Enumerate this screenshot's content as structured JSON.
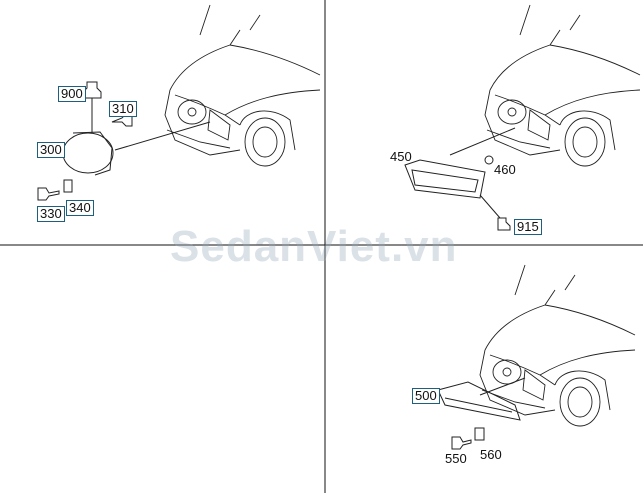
{
  "watermark": "SedanViet.vn",
  "quadrants": {
    "fog_lamp": {
      "labels": {
        "bracket": "900",
        "bulb": "310",
        "lamp": "300",
        "screw": "330",
        "clip": "340"
      }
    },
    "drl": {
      "labels": {
        "lamp": "450",
        "nut": "460",
        "connector": "915"
      }
    },
    "empty": {},
    "trim": {
      "labels": {
        "strip": "500",
        "screw": "550",
        "clip": "560"
      }
    }
  },
  "colors": {
    "label_border": "#1d5f7e",
    "lines": "#222222"
  }
}
